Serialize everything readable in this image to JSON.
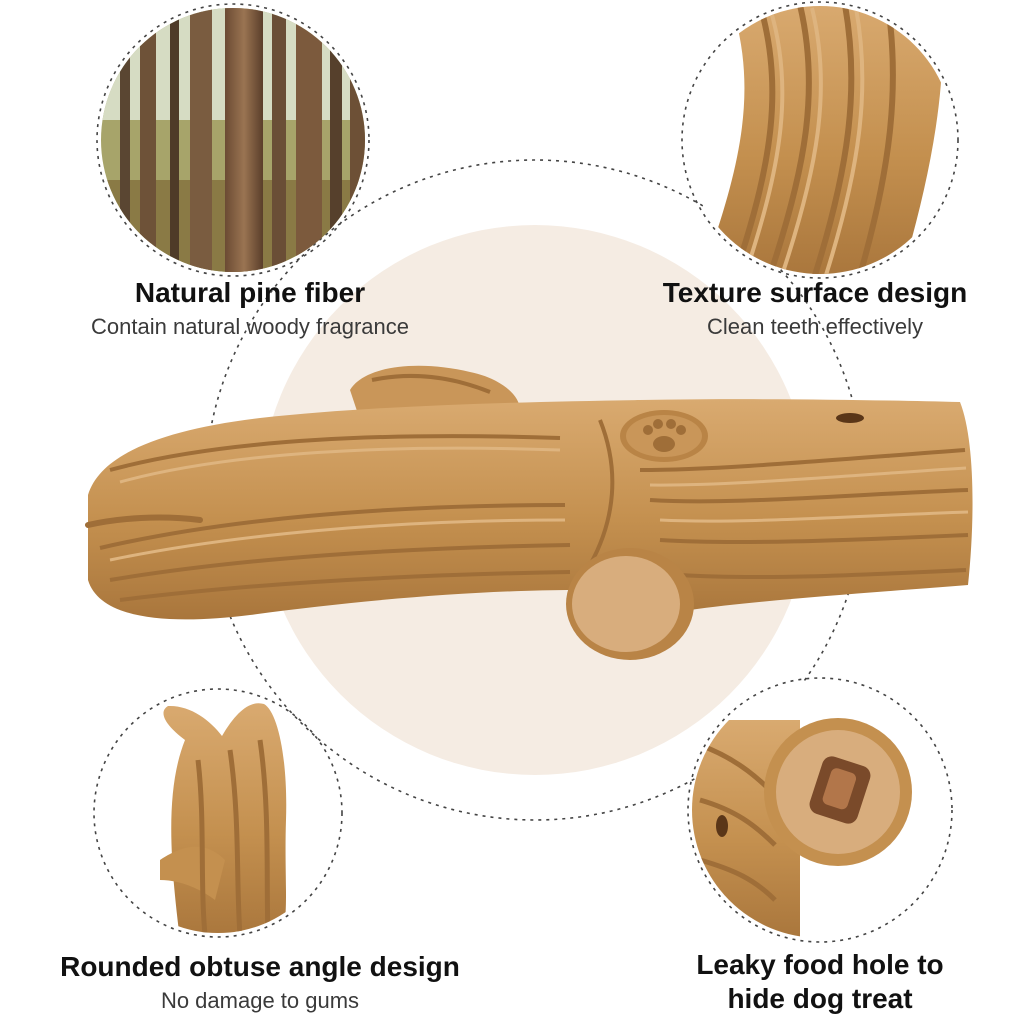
{
  "features": [
    {
      "title": "Natural pine fiber",
      "subtitle": "Contain natural woody fragrance",
      "image": "pine-forest"
    },
    {
      "title": "Texture surface design",
      "subtitle": "Clean teeth effectively",
      "image": "textured-surface"
    },
    {
      "title": "Rounded obtuse angle design",
      "subtitle": "No damage to gums",
      "image": "forked-end"
    },
    {
      "title": "Leaky food hole to hide dog treat",
      "title_lines": [
        "Leaky food hole to",
        "hide dog treat"
      ],
      "subtitle": "",
      "image": "food-hole"
    }
  ],
  "product": {
    "name": "antler-chew-toy",
    "logo": "paw-print"
  },
  "colors": {
    "chew": "#c99659",
    "chew_dark": "#9f6e38",
    "chew_light": "#deb47f",
    "cut_end": "#d8ad7d",
    "backdrop_circle": "#f5ece3",
    "dashed_line": "#444444",
    "title_text": "#111111",
    "subtitle_text": "#3a3a3a"
  }
}
